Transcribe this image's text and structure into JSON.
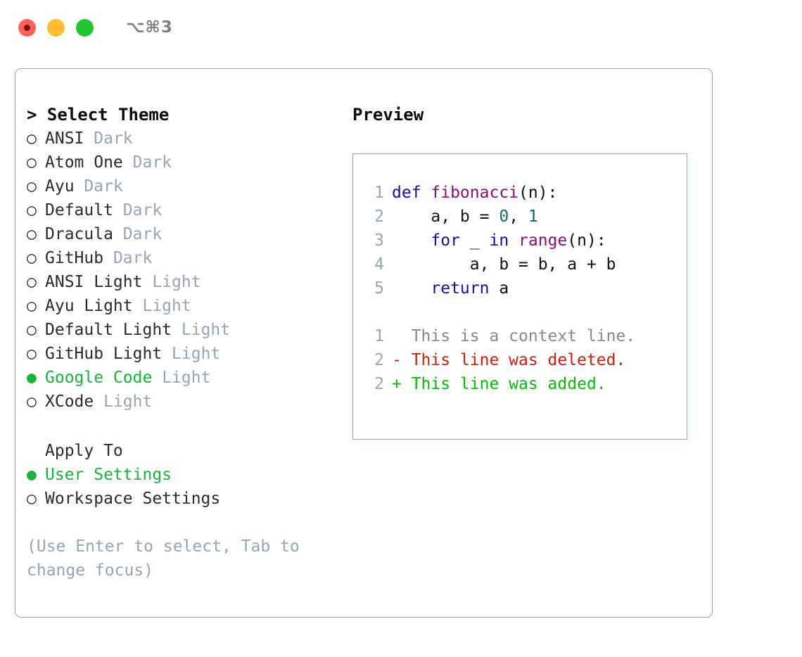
{
  "titlebar": {
    "shortcut": "⌥⌘3",
    "buttons": [
      {
        "name": "close",
        "color": "#ff6159"
      },
      {
        "name": "minimize",
        "color": "#ffbd2e"
      },
      {
        "name": "zoom",
        "color": "#24c632"
      }
    ]
  },
  "theme_picker": {
    "header": "> Select Theme",
    "selected_bullet": "●",
    "unselected_bullet": "○",
    "accent_color": "#19b33c",
    "muted_color": "#9aa5b4",
    "items": [
      {
        "bullet": "○",
        "label": "ANSI",
        "category": "Dark",
        "selected": false
      },
      {
        "bullet": "○",
        "label": "Atom One",
        "category": "Dark",
        "selected": false
      },
      {
        "bullet": "○",
        "label": "Ayu",
        "category": "Dark",
        "selected": false
      },
      {
        "bullet": "○",
        "label": "Default",
        "category": "Dark",
        "selected": false
      },
      {
        "bullet": "○",
        "label": "Dracula",
        "category": "Dark",
        "selected": false
      },
      {
        "bullet": "○",
        "label": "GitHub",
        "category": "Dark",
        "selected": false
      },
      {
        "bullet": "○",
        "label": "ANSI Light",
        "category": "Light",
        "selected": false
      },
      {
        "bullet": "○",
        "label": "Ayu Light",
        "category": "Light",
        "selected": false
      },
      {
        "bullet": "○",
        "label": "Default Light",
        "category": "Light",
        "selected": false
      },
      {
        "bullet": "○",
        "label": "GitHub Light",
        "category": "Light",
        "selected": false
      },
      {
        "bullet": "●",
        "label": "Google Code",
        "category": "Light",
        "selected": true
      },
      {
        "bullet": "○",
        "label": "XCode",
        "category": "Light",
        "selected": false
      }
    ]
  },
  "apply_to": {
    "header": "Apply To",
    "items": [
      {
        "bullet": "●",
        "label": "User Settings",
        "selected": true
      },
      {
        "bullet": "○",
        "label": "Workspace Settings",
        "selected": false
      }
    ]
  },
  "hint": "(Use Enter to select, Tab to change focus)",
  "preview": {
    "title": "Preview",
    "code_lines": [
      {
        "num": "1",
        "tokens": [
          {
            "text": "def ",
            "type": "kw"
          },
          {
            "text": "fibonacci",
            "type": "fn"
          },
          {
            "text": "(n):",
            "type": "txt"
          }
        ]
      },
      {
        "num": "2",
        "tokens": [
          {
            "text": "    a, b = ",
            "type": "txt"
          },
          {
            "text": "0",
            "type": "num"
          },
          {
            "text": ", ",
            "type": "txt"
          },
          {
            "text": "1",
            "type": "num"
          }
        ]
      },
      {
        "num": "3",
        "tokens": [
          {
            "text": "    ",
            "type": "txt"
          },
          {
            "text": "for",
            "type": "kw"
          },
          {
            "text": " _ ",
            "type": "txt"
          },
          {
            "text": "in",
            "type": "kw"
          },
          {
            "text": " ",
            "type": "txt"
          },
          {
            "text": "range",
            "type": "fn"
          },
          {
            "text": "(n):",
            "type": "txt"
          }
        ]
      },
      {
        "num": "4",
        "tokens": [
          {
            "text": "        a, b = b, a + b",
            "type": "txt"
          }
        ]
      },
      {
        "num": "5",
        "tokens": [
          {
            "text": "    ",
            "type": "txt"
          },
          {
            "text": "return",
            "type": "kw"
          },
          {
            "text": " a",
            "type": "txt"
          }
        ]
      }
    ],
    "diff_lines": [
      {
        "num": "1",
        "marker": " ",
        "text": "  This is a context line.",
        "type": "ctx"
      },
      {
        "num": "2",
        "marker": "-",
        "text": "- This line was deleted.",
        "type": "del"
      },
      {
        "num": "2",
        "marker": "+",
        "text": "+ This line was added.",
        "type": "add"
      }
    ]
  },
  "colors": {
    "keyword": "#1111aa",
    "function": "#8b0f78",
    "number": "#0c6b6b",
    "text": "#111111",
    "line_number": "#9aa5b4",
    "diff_context": "#8a8a8a",
    "diff_deleted": "#cc1f10",
    "diff_added": "#06bb06",
    "border": "#9aa5b4"
  }
}
